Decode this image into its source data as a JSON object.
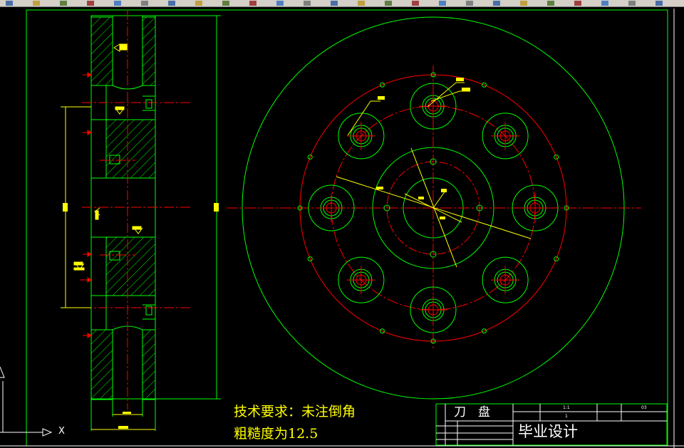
{
  "colors": {
    "background": "#000000",
    "outline": "#00ff00",
    "centerline": "#ff0000",
    "dimension": "#ffff00",
    "text": "#ffffff",
    "toolbar": "#d4d0c8"
  },
  "tech_requirements": {
    "line1": "技术要求：未注倒角",
    "line2": "粗糙度为12.5"
  },
  "title_block": {
    "part_name": "刀　盘",
    "project_title": "毕业设计",
    "scale_value": "1:1",
    "drawing_no": "03",
    "quantity_value": "1"
  },
  "ucs": {
    "x_label": "X"
  },
  "toolbar": {
    "icons": [
      "new-icon",
      "open-icon",
      "save-icon",
      "print-icon",
      "preview-icon",
      "cut-icon",
      "copy-icon",
      "paste-icon",
      "match-icon",
      "undo-icon",
      "redo-icon",
      "pan-icon",
      "zoom-icon",
      "zoom-window-icon",
      "zoom-prev-icon",
      "properties-icon",
      "design-center-icon",
      "tool-palette-icon",
      "sheet-set-icon",
      "markup-icon",
      "calc-icon",
      "help-icon",
      "layer-icon",
      "layer-state-icon",
      "color-icon"
    ]
  }
}
